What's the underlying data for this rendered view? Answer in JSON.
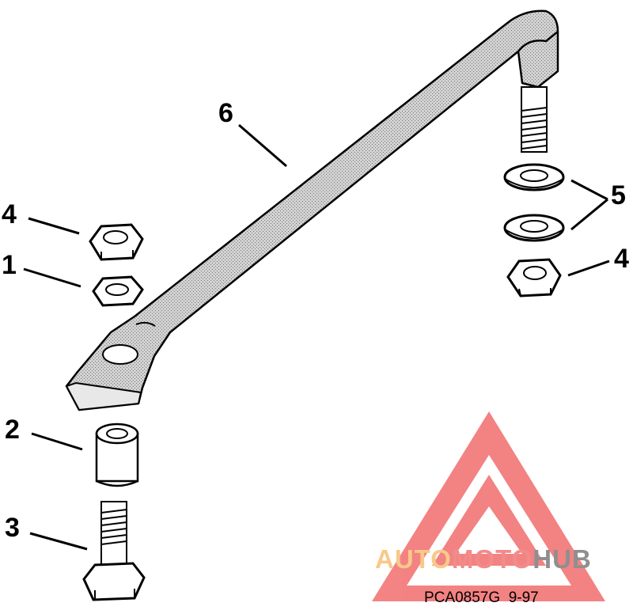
{
  "callouts": {
    "c1": "1",
    "c2": "2",
    "c3": "3",
    "c4_left": "4",
    "c4_right": "4",
    "c5": "5",
    "c6": "6"
  },
  "footer": {
    "figure_code": "PCA0857G",
    "date": "9-97"
  },
  "watermark": {
    "part1": "AUTO",
    "part2": "MOTO",
    "part3": "HUB",
    "colors": {
      "auto": "#f7c98a",
      "moto": "#f28b8b",
      "hub": "#8f8f8f",
      "logo": "#f08080"
    }
  },
  "colors": {
    "ink": "#000000",
    "paper": "#ffffff",
    "stipple": "#b8b8b8"
  }
}
